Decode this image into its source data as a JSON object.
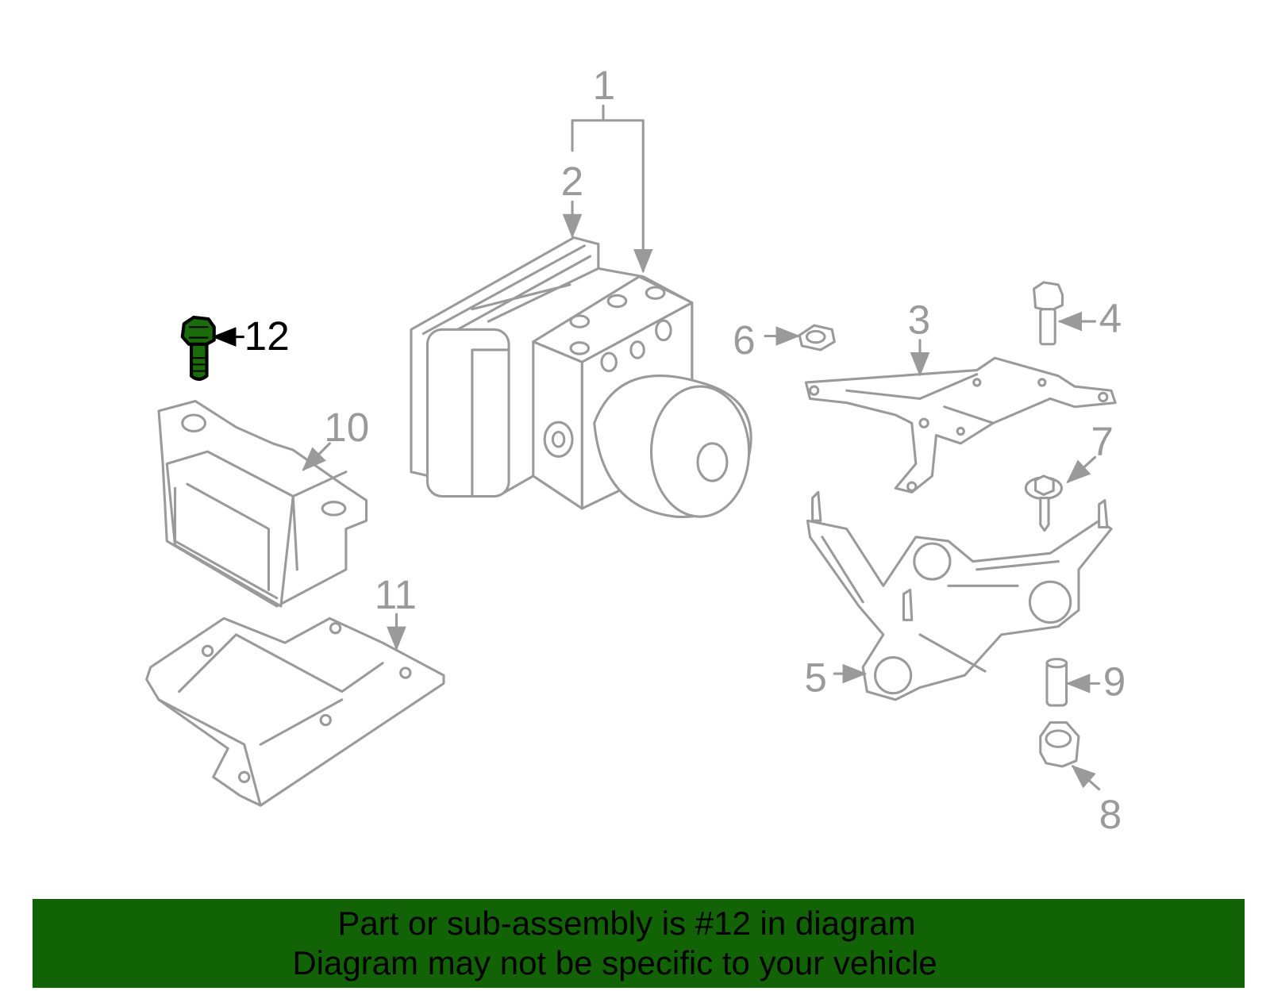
{
  "diagram": {
    "highlighted_part": "12",
    "highlight_color": "#1a6b0a",
    "callouts": [
      "1",
      "2",
      "3",
      "4",
      "5",
      "6",
      "7",
      "8",
      "9",
      "10",
      "11",
      "12"
    ]
  },
  "banner": {
    "color": "#116306",
    "line1": "Part or sub-assembly is #12 in diagram",
    "line2": "Diagram may not be specific to your vehicle"
  }
}
